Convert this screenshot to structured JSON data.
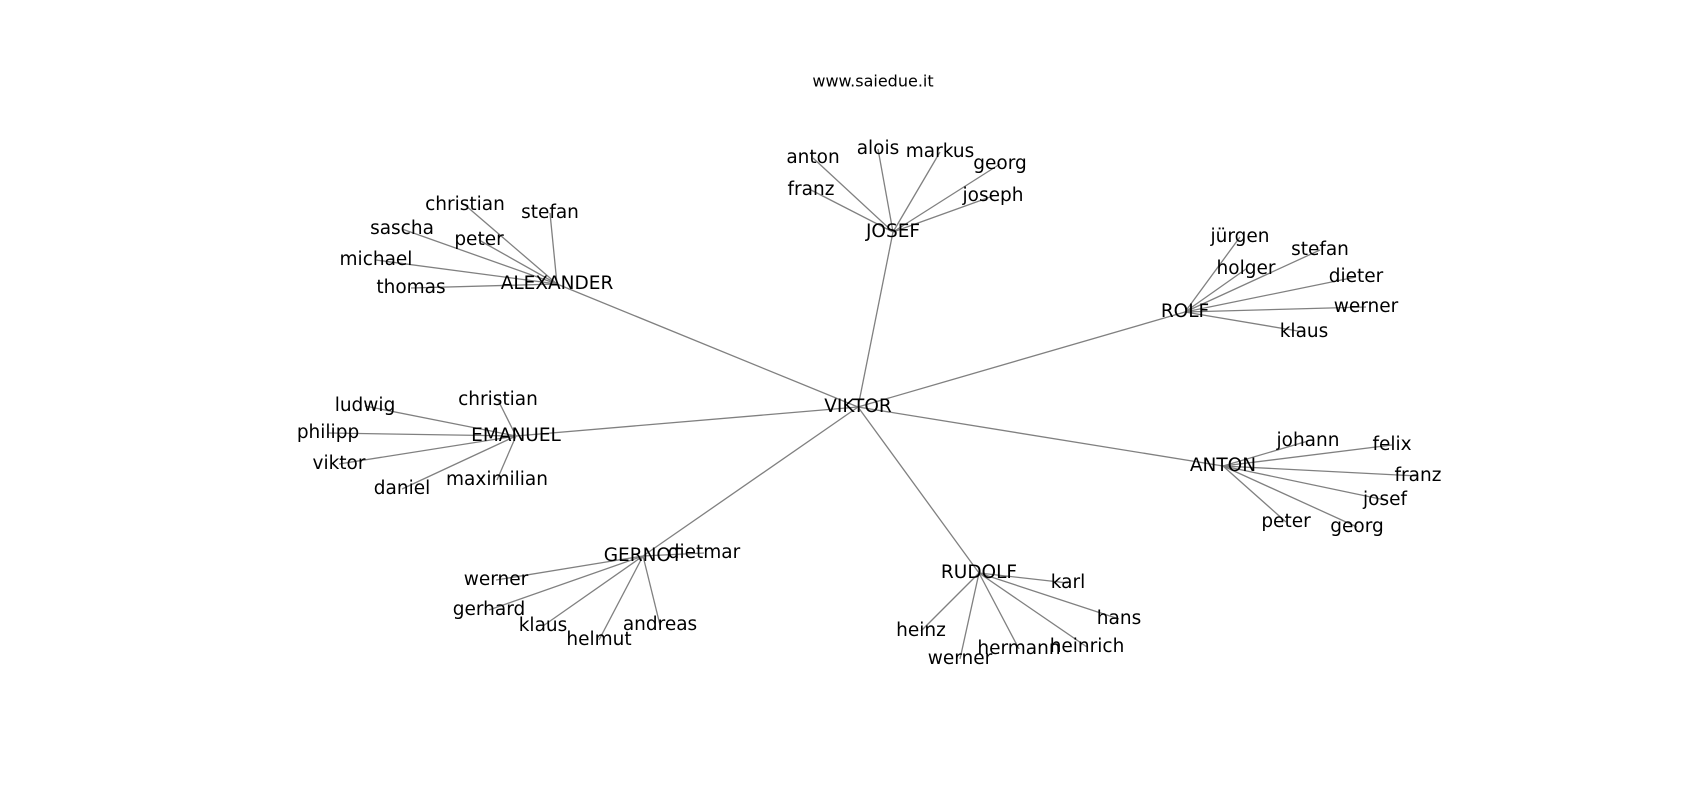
{
  "watermark": "www.saiedue.it",
  "colors": {
    "edge": "#808080",
    "text": "#000000",
    "background": "#ffffff"
  },
  "root": "VIKTOR",
  "groups": [
    {
      "name": "ALEXANDER",
      "children": [
        "christian",
        "stefan",
        "sascha",
        "peter",
        "michael",
        "thomas"
      ]
    },
    {
      "name": "JOSEF",
      "children": [
        "anton",
        "alois",
        "markus",
        "georg",
        "franz",
        "joseph"
      ]
    },
    {
      "name": "ROLF",
      "children": [
        "jürgen",
        "stefan",
        "holger",
        "dieter",
        "werner",
        "klaus"
      ]
    },
    {
      "name": "EMANUEL",
      "children": [
        "ludwig",
        "christian",
        "philipp",
        "viktor",
        "daniel",
        "maximilian"
      ]
    },
    {
      "name": "ANTON",
      "children": [
        "johann",
        "felix",
        "franz",
        "josef",
        "peter",
        "georg"
      ]
    },
    {
      "name": "GERNOT",
      "children": [
        "dietmar",
        "werner",
        "gerhard",
        "klaus",
        "helmut",
        "andreas"
      ]
    },
    {
      "name": "RUDOLF",
      "children": [
        "karl",
        "hans",
        "heinz",
        "werner",
        "hermann",
        "heinrich"
      ]
    }
  ]
}
